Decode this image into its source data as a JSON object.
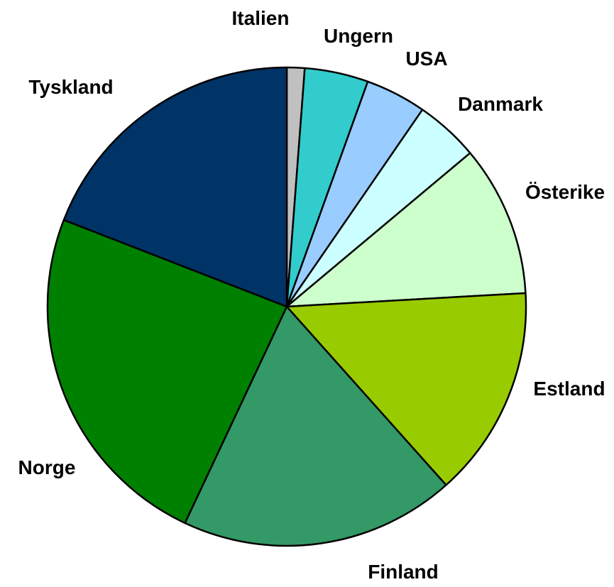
{
  "chart_data": {
    "type": "pie",
    "start": "top",
    "direction": "clockwise",
    "legend": "none",
    "slices": [
      {
        "label": "Italien",
        "value": 1.2,
        "color": "#C0C0C0"
      },
      {
        "label": "Ungern",
        "value": 4.3,
        "color": "#33CCCC"
      },
      {
        "label": "USA",
        "value": 4.1,
        "color": "#99CCFF"
      },
      {
        "label": "Danmark",
        "value": 4.3,
        "color": "#CCFFFF"
      },
      {
        "label": "Österike",
        "value": 10.2,
        "color": "#CCFFCC"
      },
      {
        "label": "Estland",
        "value": 14.3,
        "color": "#99CC00"
      },
      {
        "label": "Finland",
        "value": 18.6,
        "color": "#339966"
      },
      {
        "label": "Norge",
        "value": 23.9,
        "color": "#008000"
      },
      {
        "label": "Tyskland",
        "value": 19.1,
        "color": "#003366"
      }
    ]
  }
}
